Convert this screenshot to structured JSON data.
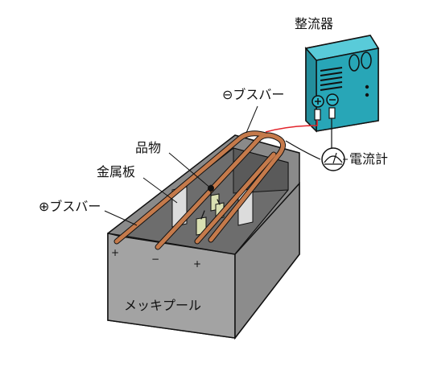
{
  "labels": {
    "rectifier": "整流器",
    "minus_busbar": "⊖ブスバー",
    "item": "品物",
    "metal_plate": "金属板",
    "plus_busbar": "⊕ブスバー",
    "ammeter": "電流計",
    "tank": "メッキプール"
  },
  "signs": {
    "left_plus": "+",
    "middle_minus": "−",
    "right_plus": "+"
  },
  "colors": {
    "rectifier_fill": "#2fb6c8",
    "tank_top": "#7a7a7a",
    "tank_front": "#9e9e9e",
    "tank_side": "#888888",
    "busbar": "#c57a4b",
    "wire_red": "#e3242b",
    "background": "#ffffff"
  }
}
